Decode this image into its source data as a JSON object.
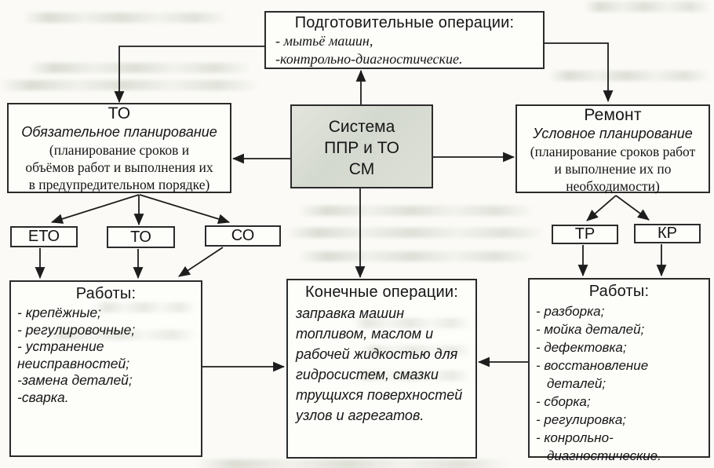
{
  "diagram": {
    "prep_box": {
      "title": "Подготовительные операции:",
      "items": [
        "- мытьё машин,",
        "-контрольно-диагностические."
      ]
    },
    "to_box": {
      "title": "ТО",
      "subtitle": "Обязательное планирование",
      "note_lines": [
        "(планирование сроков и",
        "объёмов работ и выполнения их",
        "в предупредительном порядке)"
      ]
    },
    "system_box": {
      "lines": [
        "Система",
        "ППР и ТО",
        "СМ"
      ]
    },
    "repair_box": {
      "title": "Ремонт",
      "subtitle": "Условное планирование",
      "note_lines": [
        "(планирование сроков работ",
        "и выполнение их по",
        "необходимости)"
      ]
    },
    "to_kinds": [
      "ЕТО",
      "ТО",
      "СО"
    ],
    "repair_kinds": [
      "ТР",
      "КР"
    ],
    "to_works_box": {
      "title": "Работы:",
      "items": [
        "- крепёжные;",
        "- регулировочные;",
        "- устранение неисправностей;",
        "-замена деталей;",
        "-сварка."
      ]
    },
    "final_ops_box": {
      "title": "Конечные операции:",
      "body": "заправка машин топливом, маслом и рабочей жидкостью для гидросистем, смазки трущихся поверхностей узлов и агрегатов."
    },
    "repair_works_box": {
      "title": "Работы:",
      "items": [
        "- разборка;",
        "- мойка деталей;",
        "- дефектовка;",
        "- восстановление деталей;",
        "- сборка;",
        "- регулировка;",
        "- конрольно-диагностические."
      ]
    },
    "colors": {
      "system_box_bg": "#d6dbd1",
      "line": "#1d1d1d"
    }
  }
}
